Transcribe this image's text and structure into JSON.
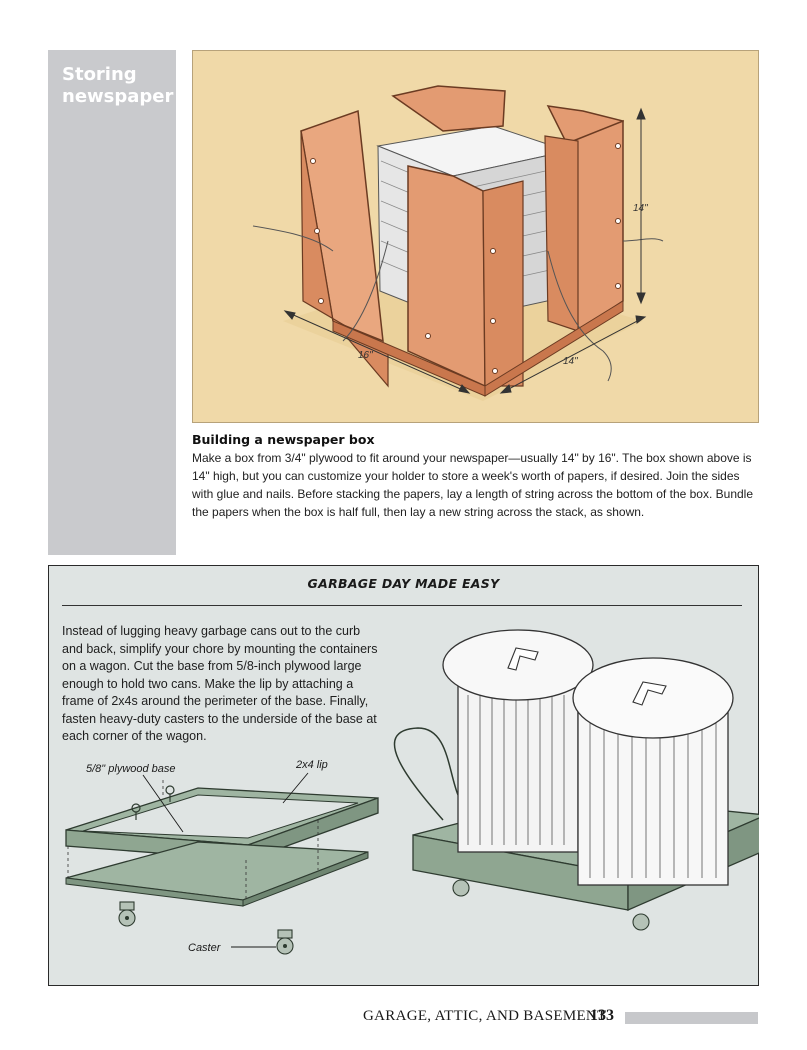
{
  "sidebar": {
    "title": "Storing newspaper"
  },
  "top_illustration": {
    "dim_height": "14\"",
    "dim_width": "16\"",
    "dim_depth": "14\""
  },
  "caption": {
    "title": "Building a newspaper box",
    "body": "Make a box from 3/4\" plywood to fit around your newspaper—usually 14\" by 16\". The box shown above is 14\" high, but you can customize your holder to store a week's worth of papers, if desired. Join the sides with glue and nails. Before stacking the papers, lay a length of string across the bottom of the box. Bundle the papers when the box is half full, then lay a new string across the stack, as shown."
  },
  "garbage_box": {
    "title": "GARBAGE DAY MADE EASY",
    "body": "Instead of lugging heavy garbage cans out to the curb and back, simplify your chore by mounting the containers on a wagon. Cut the base from 5/8-inch plywood large enough to hold two cans. Make the lip by attaching a frame of 2x4s around the perimeter of the base. Finally, fasten heavy-duty casters to the underside of the base at each corner of the wagon.",
    "label_plywood": "5/8\" plywood base",
    "label_lip": "2x4 lip",
    "label_caster": "Caster"
  },
  "footer": {
    "section": "GARAGE, ATTIC, AND BASEMENT",
    "page_number": "133"
  },
  "colors": {
    "sidebar_gray": "#c9cacd",
    "illustration_bg": "#f0d9a8",
    "plywood_orange": "#e39b72",
    "box_bg": "#dfe4e3",
    "wagon_green": "#8fa691"
  }
}
